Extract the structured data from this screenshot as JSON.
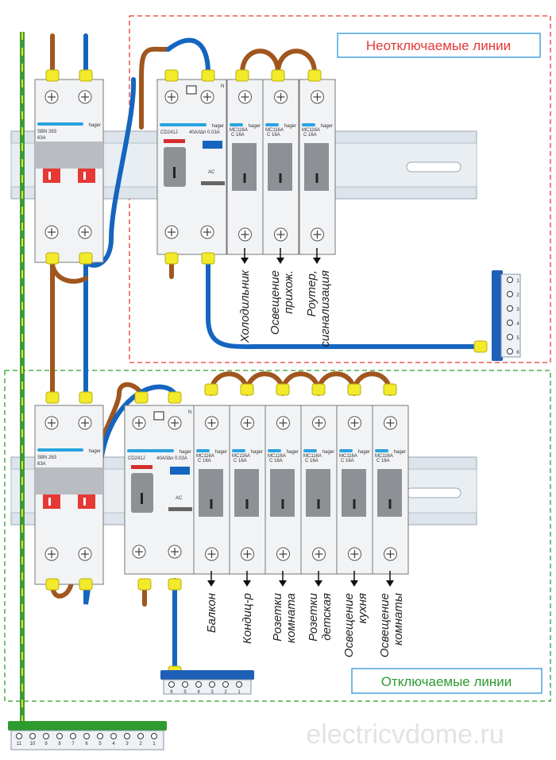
{
  "zones": {
    "permanent": {
      "title": "Неотключаемые линии",
      "color": "#e53935"
    },
    "switched": {
      "title": "Отключаемые линии",
      "color": "#2e9b2e"
    }
  },
  "switch_module": {
    "model": "SBN 263",
    "rating": "63A",
    "brand": "hager"
  },
  "rcd_module": {
    "model": "CD241J",
    "rating": "40A/IΔn 0.03A",
    "type": "AC",
    "brand": "hager",
    "terminal_n": "N"
  },
  "mcb_module": {
    "model": "MC116A",
    "curve": "C 16A",
    "brand": "hager"
  },
  "top_lines": [
    "Холодильник",
    "Освещение прихож.",
    "Роутер, сигнализация"
  ],
  "bottom_lines": [
    "Балкон",
    "Кондиц-р",
    "Розетки комната",
    "Розетки детская",
    "Освещение кухня",
    "Освещение комнаты"
  ],
  "neutral_bar_top_numbers": [
    "1",
    "2",
    "3",
    "4",
    "5",
    "6"
  ],
  "neutral_bar_bottom_numbers": [
    "6",
    "5",
    "4",
    "3",
    "2",
    "1"
  ],
  "ground_bar_numbers": [
    "11",
    "10",
    "9",
    "8",
    "7",
    "6",
    "5",
    "4",
    "3",
    "2",
    "1"
  ],
  "watermark": "electricvdome.ru",
  "colors": {
    "phase": "#a0561e",
    "neutral": "#1565c0",
    "ground": "#3a9b3a",
    "ground_stripe": "#e8e020",
    "lug": "#f2ea2a",
    "busbar_blue": "#1e5fb8",
    "busbar_green": "#2e9b2e"
  }
}
